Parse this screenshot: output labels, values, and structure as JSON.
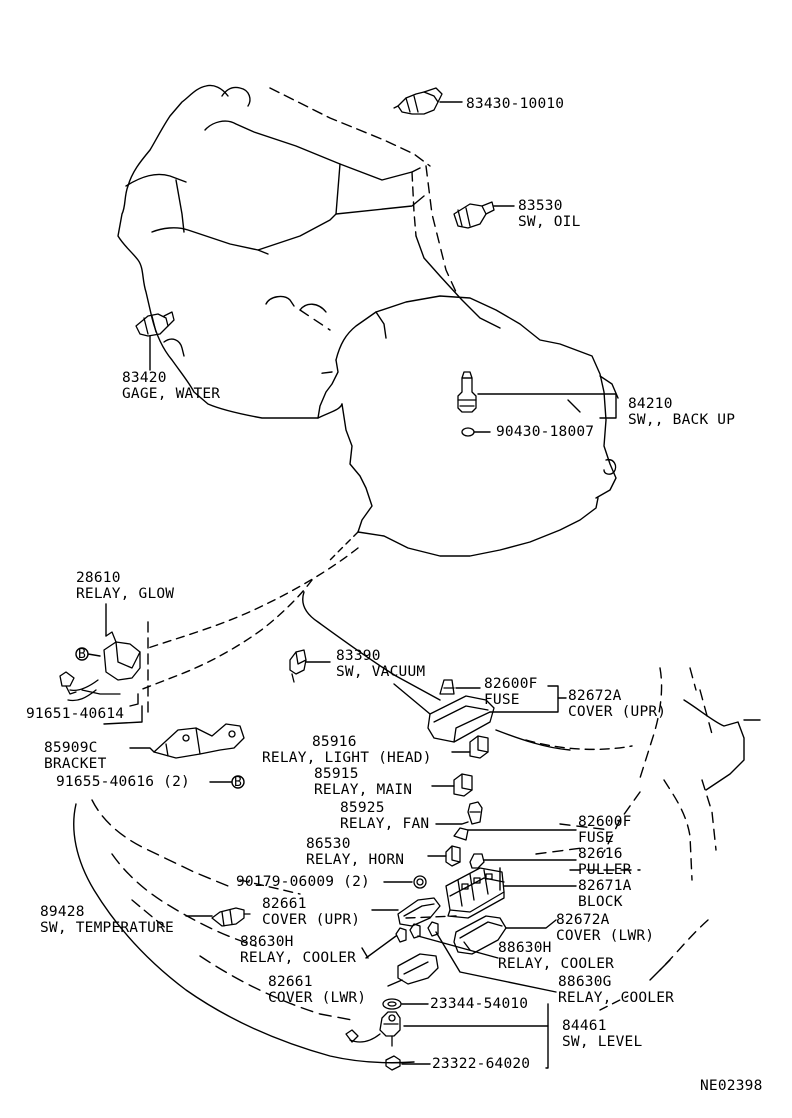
{
  "diagram_code": "NE02398",
  "parts": {
    "p83430": {
      "number": "83430-10010"
    },
    "p83530": {
      "number": "83530",
      "name": "SW, OIL"
    },
    "p83420": {
      "number": "83420",
      "name": "GAGE, WATER"
    },
    "p84210": {
      "number": "84210",
      "name": "SW,, BACK UP"
    },
    "p90430": {
      "number": "90430-18007"
    },
    "p28610": {
      "number": "28610",
      "name": "RELAY, GLOW"
    },
    "p83390": {
      "number": "83390",
      "name": "SW, VACUUM"
    },
    "p82600F_a": {
      "number": "82600F",
      "name": "FUSE"
    },
    "p82672A_a": {
      "number": "82672A",
      "name": "COVER (UPR)"
    },
    "p91651": {
      "number": "91651-40614"
    },
    "p85909C": {
      "number": "85909C",
      "name": "BRACKET"
    },
    "p91655": {
      "number": "91655-40616 (2)"
    },
    "p85916": {
      "number": "85916",
      "name": "RELAY, LIGHT (HEAD)"
    },
    "p85915": {
      "number": "85915",
      "name": "RELAY, MAIN"
    },
    "p85925": {
      "number": "85925",
      "name": "RELAY, FAN"
    },
    "p82600F_b": {
      "number": "82600F",
      "name": "FUSE"
    },
    "p86530": {
      "number": "86530",
      "name": "RELAY, HORN"
    },
    "p82616": {
      "number": "82616",
      "name": "PULLER"
    },
    "p90179": {
      "number": "90179-06009 (2)"
    },
    "p82671A": {
      "number": "82671A",
      "name": "BLOCK"
    },
    "p89428": {
      "number": "89428",
      "name": "SW, TEMPERATURE"
    },
    "p82661_upr": {
      "number": "82661",
      "name": "COVER (UPR)"
    },
    "p82672A_b": {
      "number": "82672A",
      "name": "COVER (LWR)"
    },
    "p88630H_a": {
      "number": "88630H",
      "name": "RELAY, COOLER"
    },
    "p88630H_b": {
      "number": "88630H",
      "name": "RELAY, COOLER"
    },
    "p88630G": {
      "number": "88630G",
      "name": "RELAY, COOLER"
    },
    "p82661_lwr": {
      "number": "82661",
      "name": "COVER (LWR)"
    },
    "p23344": {
      "number": "23344-54010"
    },
    "p84461": {
      "number": "84461",
      "name": "SW, LEVEL"
    },
    "p23322": {
      "number": "23322-64020"
    },
    "marker_b": "B"
  }
}
